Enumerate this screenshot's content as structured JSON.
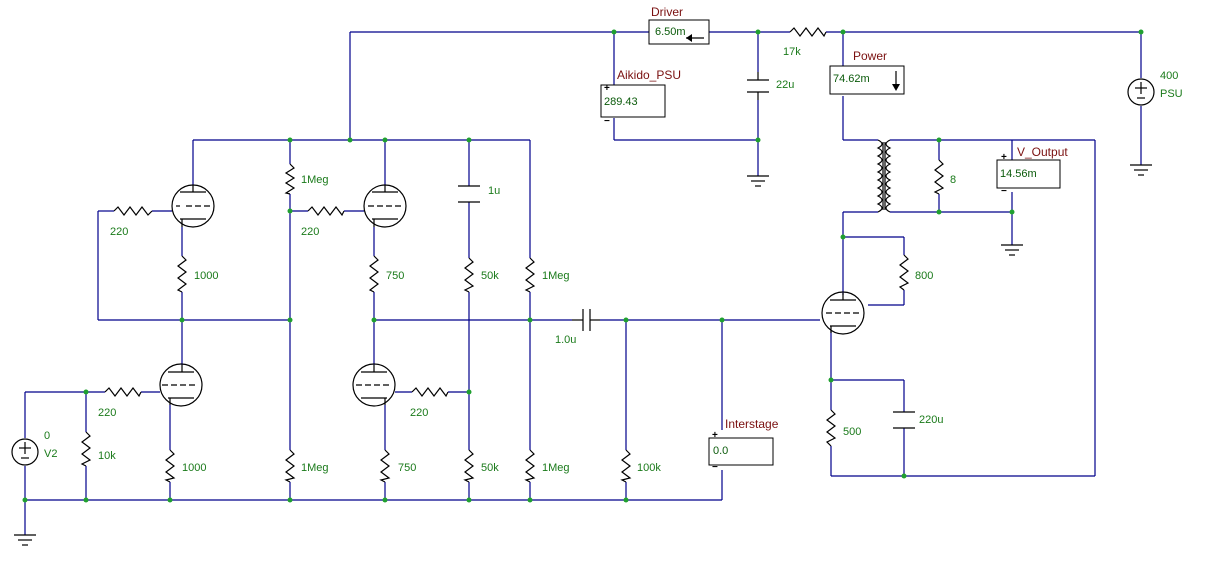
{
  "components": {
    "r_220_top_left": "220",
    "r_1000_upper": "1000",
    "r_1meg_top": "1Meg",
    "r_220_mid_upper": "220",
    "r_750_upper": "750",
    "c_1u_upper": "1u",
    "r_50k_upper": "50k",
    "r_1meg_right_upper": "1Meg",
    "c_1_0u": "1.0u",
    "r_220_lower_left": "220",
    "r_10k": "10k",
    "r_1000_lower": "1000",
    "r_1meg_bottom": "1Meg",
    "r_220_mid_lower": "220",
    "r_750_lower": "750",
    "r_50k_lower": "50k",
    "r_1meg_right_lower": "1Meg",
    "r_100k": "100k",
    "r_17k": "17k",
    "c_22u": "22u",
    "r_8": "8",
    "r_800": "800",
    "r_500": "500",
    "c_220u": "220u",
    "v2_value": "0",
    "v2_name": "V2",
    "psu_value": "400",
    "psu_name": "PSU"
  },
  "meters": {
    "driver": {
      "name": "Driver",
      "value": "6.50m"
    },
    "aikido_psu": {
      "name": "Aikido_PSU",
      "value": "289.43"
    },
    "power": {
      "name": "Power",
      "value": "74.62m"
    },
    "v_output": {
      "name": "V_Output",
      "value": "14.56m"
    },
    "interstage": {
      "name": "Interstage",
      "value": "0.0"
    }
  },
  "colors": {
    "wire": "#00008b",
    "node": "#20a030",
    "label": "#1a7a1a",
    "meter_name": "#7a1010"
  }
}
